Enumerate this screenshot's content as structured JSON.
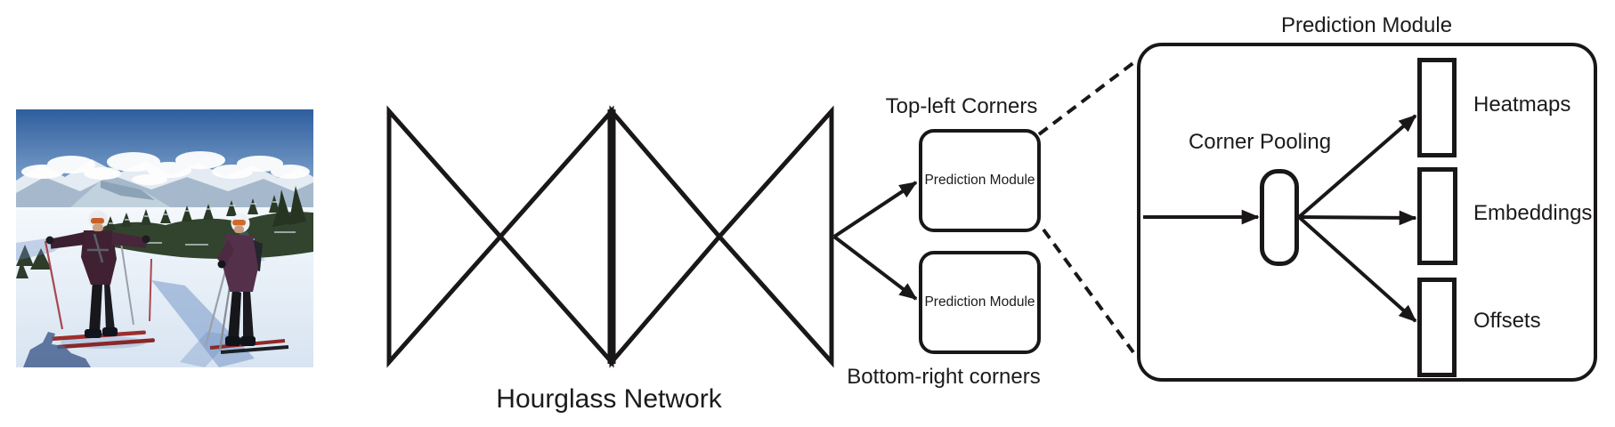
{
  "page": {
    "background_color": "#ffffff",
    "ink_color": "#1d1a1b"
  },
  "photo": {
    "description": "Two skiers in dark jackets and white helmets posing with ski poles on a sunny snowy slope, with clouds, snow-covered mountain ranges and evergreen forest behind them"
  },
  "hourglass": {
    "label": "Hourglass Network"
  },
  "corner_branches": {
    "top_label": "Top-left Corners",
    "top_module_label": "Prediction Module",
    "bottom_label": "Bottom-right corners",
    "bottom_module_label": "Prediction Module"
  },
  "prediction_module_detail": {
    "title": "Prediction Module",
    "corner_pooling_label": "Corner Pooling",
    "outputs": [
      {
        "label": "Heatmaps"
      },
      {
        "label": "Embeddings"
      },
      {
        "label": "Offsets"
      }
    ]
  }
}
